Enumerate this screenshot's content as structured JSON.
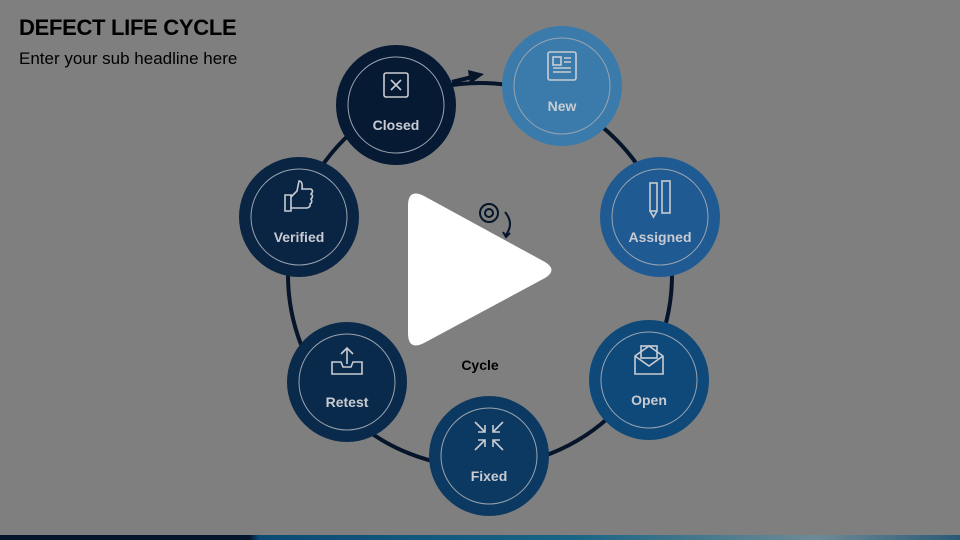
{
  "header": {
    "title": "DEFECT LIFE CYCLE",
    "subtitle": "Enter your sub headline here"
  },
  "center": {
    "label": "Cycle",
    "icon": "gear-cycle-icon"
  },
  "stages": [
    {
      "label": "New",
      "icon": "newspaper-icon",
      "color": "#3b7bab"
    },
    {
      "label": "Assigned",
      "icon": "ruler-pencil-icon",
      "color": "#1f5a92"
    },
    {
      "label": "Open",
      "icon": "open-envelope-icon",
      "color": "#0f497a"
    },
    {
      "label": "Fixed",
      "icon": "arrows-inward-icon",
      "color": "#0c3961"
    },
    {
      "label": "Retest",
      "icon": "inbox-upload-icon",
      "color": "#0a2a4b"
    },
    {
      "label": "Verified",
      "icon": "thumbs-up-icon",
      "color": "#0a2443"
    },
    {
      "label": "Closed",
      "icon": "close-box-icon",
      "color": "#071a33"
    }
  ],
  "overlay": {
    "icon": "play-icon"
  }
}
